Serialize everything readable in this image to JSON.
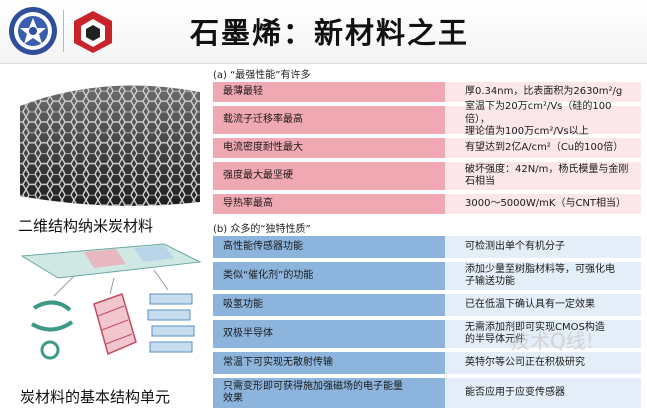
{
  "header": {
    "title": "石墨烯：新材料之王",
    "logo_left_icon": "university-seal-icon",
    "logo_right_icon": "hexagon-emblem-icon"
  },
  "left": {
    "caption_top": "二维结构纳米炭材料",
    "caption_bottom": "炭材料的基本结构单元"
  },
  "section_a": {
    "heading": "(a) “最强性能”有许多",
    "rows": [
      {
        "label": "最薄最轻",
        "desc": [
          "厚0.34nm，比表面积为2630m²/g"
        ]
      },
      {
        "label": "载流子迁移率最高",
        "desc": [
          "室温下为20万cm²/Vs（硅的100倍），",
          "理论值为100万cm²/Vs以上"
        ]
      },
      {
        "label": "电流密度耐性最大",
        "desc": [
          "有望达到2亿A/cm²（Cu的100倍）"
        ]
      },
      {
        "label": "强度最大最坚硬",
        "desc": [
          "破坏强度：42N/m，杨氏模量与金刚",
          "石相当"
        ]
      },
      {
        "label": "导热率最高",
        "desc": [
          "3000～5000W/mK（与CNT相当）"
        ]
      }
    ]
  },
  "section_b": {
    "heading": "(b) 众多的“独特性质”",
    "rows": [
      {
        "label": "高性能传感器功能",
        "desc": [
          "可检测出单个有机分子"
        ]
      },
      {
        "label": "类似“催化剂”的功能",
        "desc": [
          "添加少量至树脂材料等，可强化电",
          "子输送功能"
        ]
      },
      {
        "label": "吸氢功能",
        "desc": [
          "已在低温下确认具有一定效果"
        ]
      },
      {
        "label": "双极半导体",
        "desc": [
          "无需添加剂即可实现CMOS构造",
          "的半导体元件"
        ]
      },
      {
        "label": "常温下可实现无散射传输",
        "desc": [
          "英特尔等公司正在积极研究"
        ]
      },
      {
        "label": "只需变形即可获得施加强磁场的电子能量效果",
        "desc": [
          "能否应用于应变传感器"
        ]
      }
    ]
  },
  "watermark": "技术Q线!",
  "colors": {
    "pink_label": "#f0a9b3",
    "pink_desc": "#fbe7ea",
    "blue_label": "#8cb4dc",
    "blue_desc": "#e4eef8"
  }
}
